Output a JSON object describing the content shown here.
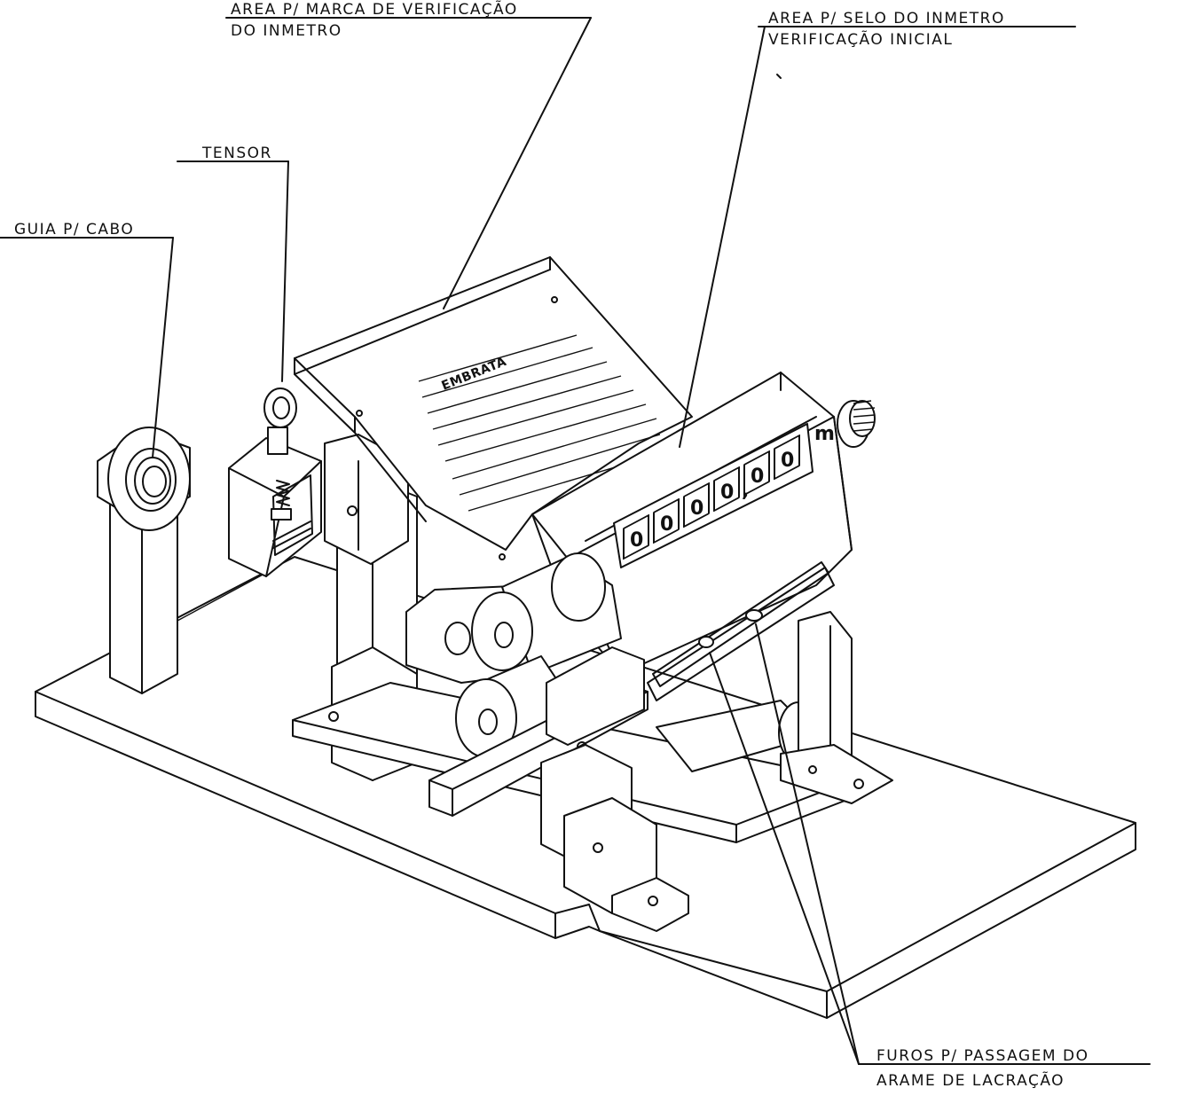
{
  "callouts": {
    "marca_line1": "AREA P/ MARCA DE VERIFICAÇÃO",
    "marca_line2": "DO INMETRO",
    "selo_line1": "AREA P/ SELO DO INMETRO",
    "selo_line2": "VERIFICAÇÃO INICIAL",
    "tensor": "TENSOR",
    "guia": "GUIA P/ CABO",
    "furos_line1": "FUROS P/ PASSAGEM DO",
    "furos_line2": "ARAME DE LACRAÇÃO"
  },
  "device": {
    "brand_label": "EMBRATA",
    "counter_digits": [
      "0",
      "0",
      "0",
      "0",
      "0",
      "0"
    ],
    "decimal_separator": ",",
    "unit": "m"
  }
}
